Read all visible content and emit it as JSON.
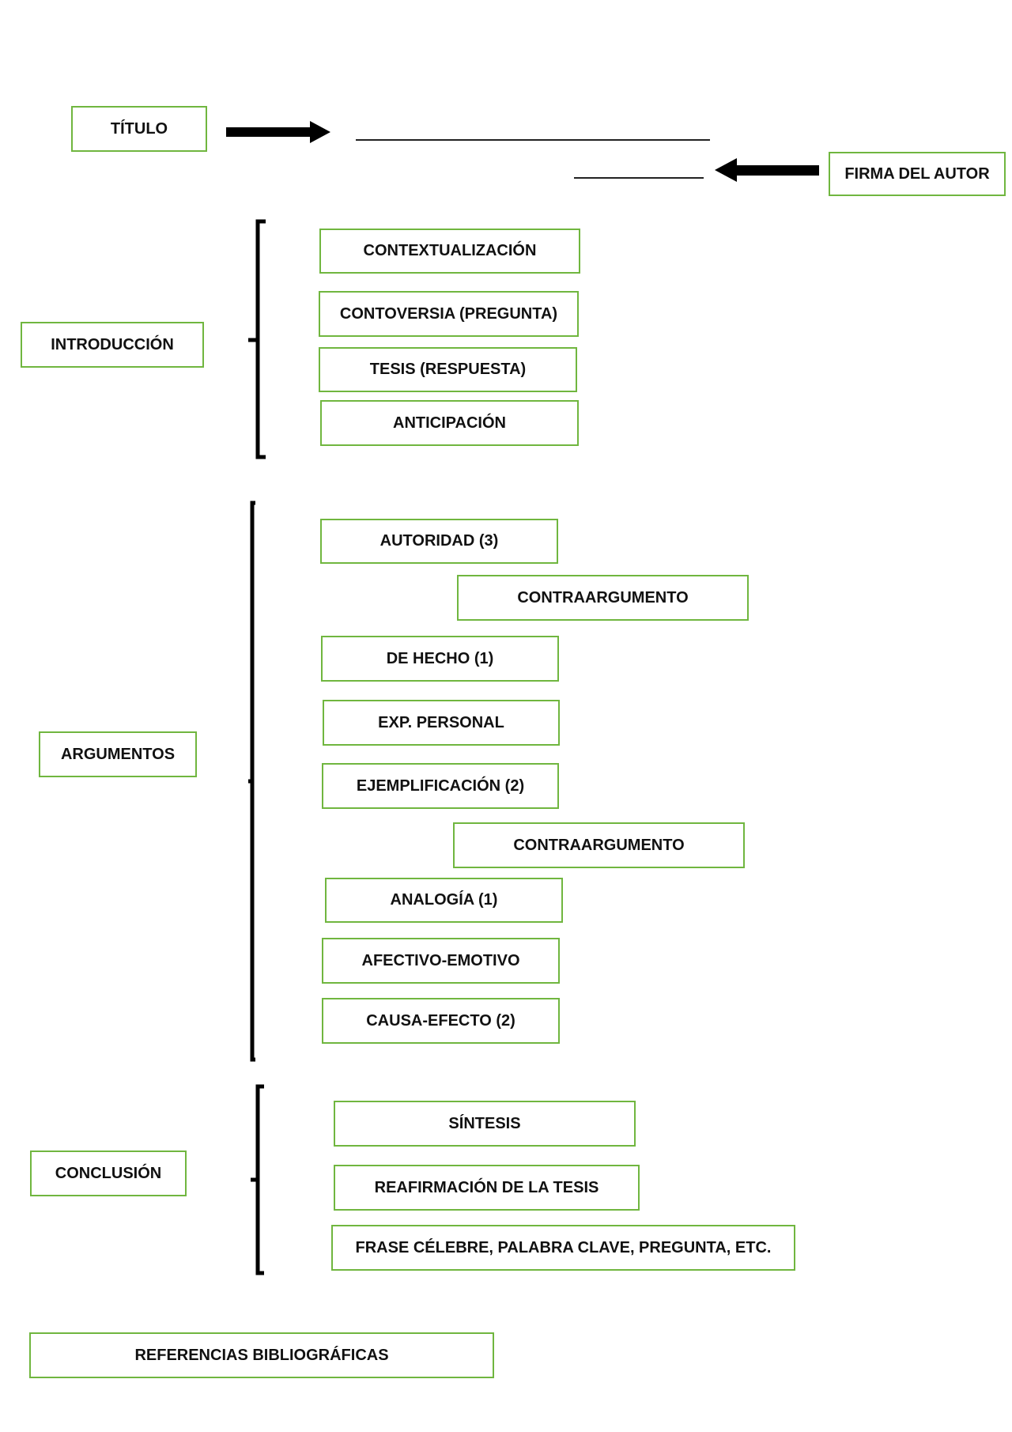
{
  "colors": {
    "box_border": "#70b63f",
    "text": "#111111",
    "bracket": "#000000"
  },
  "header": {
    "title_label": "TÍTULO",
    "author_label": "FIRMA DEL AUTOR"
  },
  "introduccion": {
    "label": "INTRODUCCIÓN",
    "items": [
      "CONTEXTUALIZACIÓN",
      "CONTOVERSIA (PREGUNTA)",
      "TESIS (RESPUESTA)",
      "ANTICIPACIÓN"
    ]
  },
  "argumentos": {
    "label": "ARGUMENTOS",
    "items": [
      "AUTORIDAD (3)",
      "CONTRAARGUMENTO",
      "DE HECHO (1)",
      "EXP. PERSONAL",
      "EJEMPLIFICACIÓN (2)",
      "CONTRAARGUMENTO",
      "ANALOGÍA (1)",
      "AFECTIVO-EMOTIVO",
      "CAUSA-EFECTO (2)"
    ]
  },
  "conclusion": {
    "label": "CONCLUSIÓN",
    "items": [
      "SÍNTESIS",
      "REAFIRMACIÓN DE LA TESIS",
      "FRASE CÉLEBRE, PALABRA CLAVE, PREGUNTA, ETC."
    ]
  },
  "referencias": {
    "label": "REFERENCIAS BIBLIOGRÁFICAS"
  }
}
